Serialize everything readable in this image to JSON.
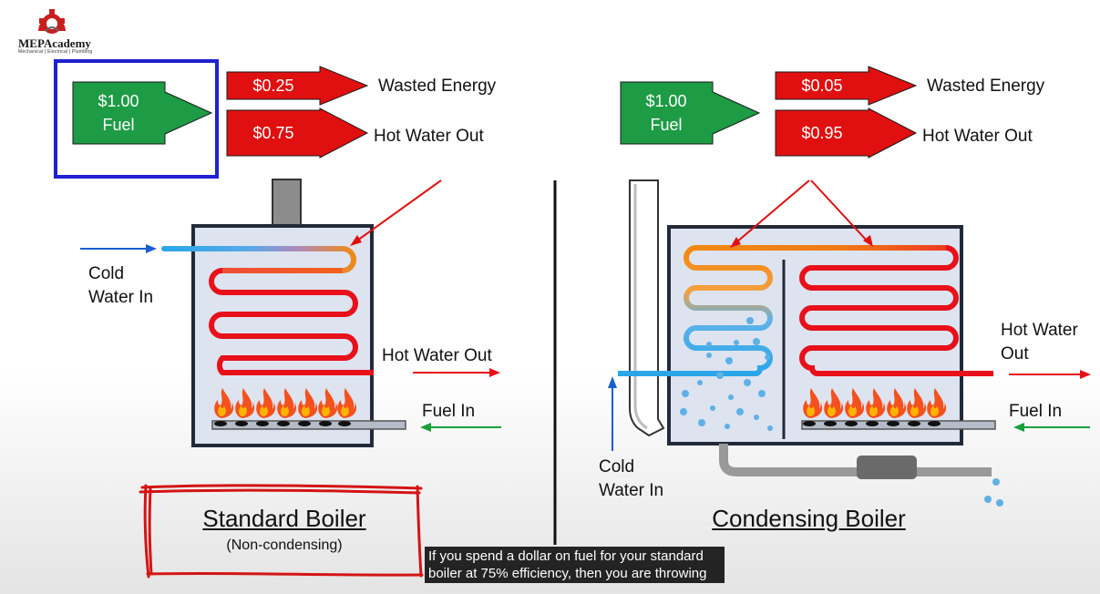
{
  "logo": {
    "name": "MEPAcademy",
    "tagline": "Mechanical | Electrical | Plumbing"
  },
  "standard": {
    "fuel_amount": "$1.00",
    "fuel_label": "Fuel",
    "wasted_amount": "$0.25",
    "wasted_label": "Wasted Energy",
    "hot_amount": "$0.75",
    "hot_label": "Hot Water Out",
    "cold_water_label_1": "Cold",
    "cold_water_label_2": "Water In",
    "hot_water_out_label": "Hot Water Out",
    "fuel_in_label": "Fuel In",
    "title": "Standard Boiler",
    "subtitle": "(Non-condensing)"
  },
  "condensing": {
    "fuel_amount": "$1.00",
    "fuel_label": "Fuel",
    "wasted_amount": "$0.05",
    "wasted_label": "Wasted Energy",
    "hot_amount": "$0.95",
    "hot_label": "Hot Water Out",
    "cold_water_label_1": "Cold",
    "cold_water_label_2": "Water In",
    "hot_water_out_label_1": "Hot Water",
    "hot_water_out_label_2": "Out",
    "fuel_in_label": "Fuel In",
    "title": "Condensing Boiler"
  },
  "caption": {
    "line1": "If you spend a dollar on fuel for your standard",
    "line2": "boiler at 75% efficiency, then you are throwing"
  },
  "colors": {
    "fuel_green": "#1e9b45",
    "cost_red": "#e01010",
    "highlight_blue": "#2020d0",
    "hot_red": "#e8101a",
    "warm_orange": "#f28a12",
    "cold_blue": "#2aa6e8",
    "arrow_blue": "#1a5fd0",
    "arrow_green": "#18a03a",
    "boiler_fill": "#dde3ef",
    "boiler_stroke": "#222a3a"
  }
}
